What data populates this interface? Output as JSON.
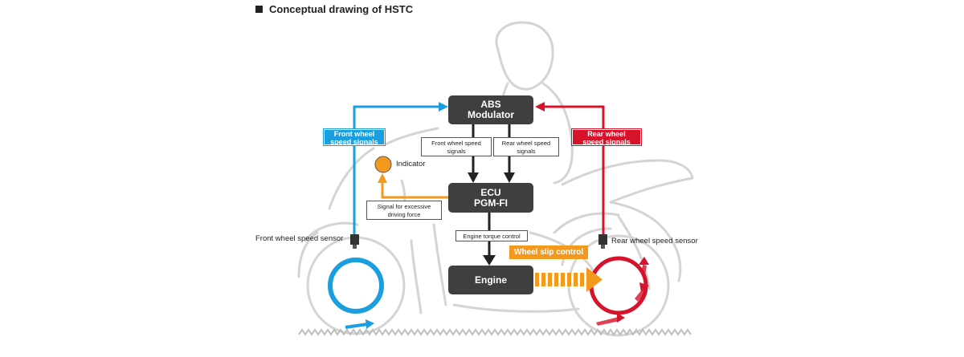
{
  "title": "Conceptual drawing of HSTC",
  "abs": {
    "line1": "ABS",
    "line2": "Modulator"
  },
  "ecu": {
    "line1": "ECU",
    "line2": "PGM-FI"
  },
  "engine": {
    "label": "Engine"
  },
  "front_signal_label": {
    "line1": "Front wheel",
    "line2": "speed signals"
  },
  "rear_signal_label": {
    "line1": "Rear wheel",
    "line2": "speed signals"
  },
  "front_speed_box": {
    "line1": "Front wheel speed",
    "line2": "signals"
  },
  "rear_speed_box": {
    "line1": "Rear wheel speed",
    "line2": "signals"
  },
  "excess_box": {
    "line1": "Signal for excessive",
    "line2": "driving force"
  },
  "torque_box": "Engine torque control",
  "indicator": "Indicator",
  "front_sensor": "Front wheel speed sensor",
  "rear_sensor": "Rear wheel speed sensor",
  "wheel_slip": "Wheel slip control",
  "colors": {
    "blue": "#1a9ee0",
    "red": "#d7132b",
    "orange": "#f39a1e",
    "dark": "#3f3f3f",
    "outline": "#d4d4d4"
  }
}
